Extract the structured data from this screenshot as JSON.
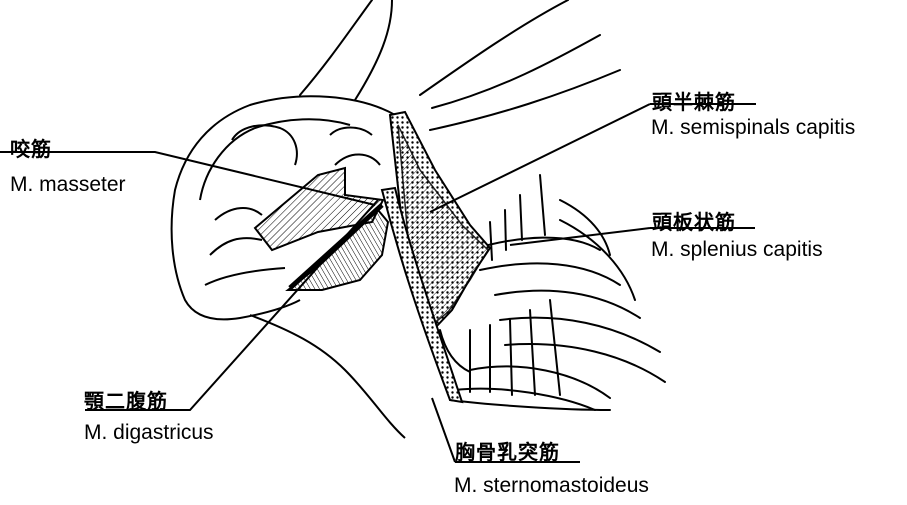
{
  "labels": {
    "semispinalis": {
      "ja": "頭半棘筋",
      "latin": "M. semispinals capitis"
    },
    "masseter": {
      "ja": "咬筋",
      "latin": "M. masseter"
    },
    "splenius": {
      "ja": "頭板状筋",
      "latin": "M. splenius capitis"
    },
    "digastricus": {
      "ja": "顎二腹筋",
      "latin": "M. digastricus"
    },
    "sternomastoideus": {
      "ja": "胸骨乳突筋",
      "latin": "M. sternomastoideus"
    }
  }
}
